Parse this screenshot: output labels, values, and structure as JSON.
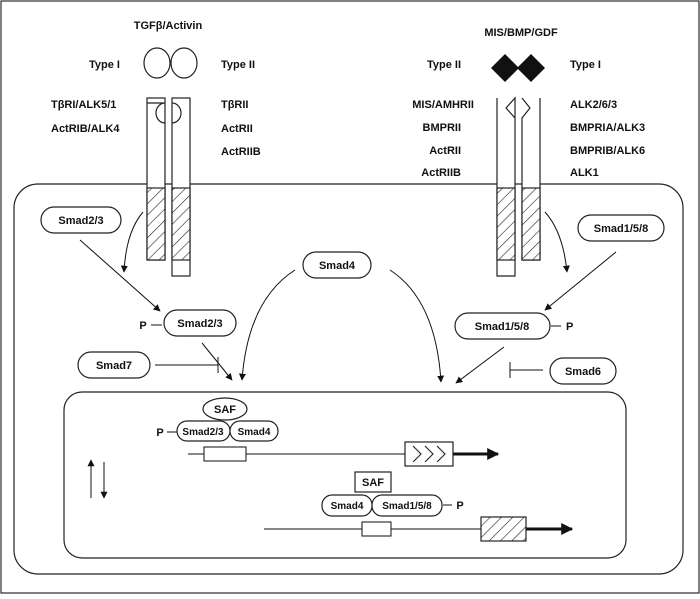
{
  "left_pathway": {
    "ligand_label": "TGFβ/Activin",
    "type1_label": "Type I",
    "type2_label": "Type II",
    "type1_receptors": [
      "TβRI/ALK5/1",
      "ActRIB/ALK4"
    ],
    "type2_receptors": [
      "TβRII",
      "ActRII",
      "ActRIIB"
    ],
    "rsmad": "Smad2/3",
    "rsmad_p": "Smad2/3",
    "phospho": "P",
    "inhibitor": "Smad7"
  },
  "right_pathway": {
    "ligand_label": "MIS/BMP/GDF",
    "type2_label": "Type II",
    "type1_label": "Type I",
    "type2_receptors": [
      "MIS/AMHRII",
      "BMPRII",
      "ActRII",
      "ActRIIB"
    ],
    "type1_receptors": [
      "ALK2/6/3",
      "BMPRIA/ALK3",
      "BMPRIB/ALK6",
      "ALK1"
    ],
    "rsmad": "Smad1/5/8",
    "rsmad_p": "Smad1/5/8",
    "phospho": "P",
    "inhibitor": "Smad6"
  },
  "cosmad": "Smad4",
  "nucleus": {
    "complex1": {
      "saf": "SAF",
      "p": "P",
      "rsmad": "Smad2/3",
      "cosmad": "Smad4"
    },
    "complex2": {
      "saf": "SAF",
      "p": "P",
      "rsmad": "Smad1/5/8",
      "cosmad": "Smad4"
    }
  }
}
